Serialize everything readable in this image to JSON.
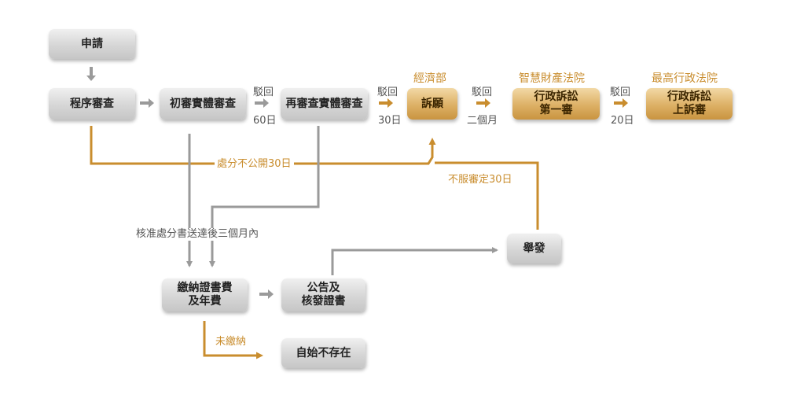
{
  "nodes": {
    "apply": "申請",
    "procedural_review": "程序審查",
    "initial_exam": "初審實體審查",
    "reexam": "再審查實體審查",
    "appeal": "訴願",
    "admin_litigation_1_line1": "行政訴訟",
    "admin_litigation_1_line2": "第一審",
    "admin_litigation_2_line1": "行政訴訟",
    "admin_litigation_2_line2": "上訴審",
    "pay_fees_line1": "繳納證書費",
    "pay_fees_line2": "及年費",
    "announce_line1": "公告及",
    "announce_line2": "核發證書",
    "invalidation": "舉發",
    "void_ab_initio": "自始不存在"
  },
  "authorities": {
    "moea": "經濟部",
    "ip_court": "智慧財產法院",
    "supreme_admin_court": "最高行政法院"
  },
  "labels": {
    "reject_1": "駁回",
    "days_1": "60日",
    "reject_2": "駁回",
    "days_2": "30日",
    "reject_3": "駁回",
    "months_3": "二個月",
    "reject_4": "駁回",
    "days_4": "20日",
    "disposition_not_public": "處分不公開30日",
    "dispute_decision": "不服審定30日",
    "within_three_months": "核准處分書送達後三個月內",
    "not_paid": "未繳納"
  },
  "colors": {
    "gray_line": "#9a9a9a",
    "gold_line": "#c98d2e",
    "gray_node": "#d6d6d6",
    "gold_node": "#ddb065"
  }
}
